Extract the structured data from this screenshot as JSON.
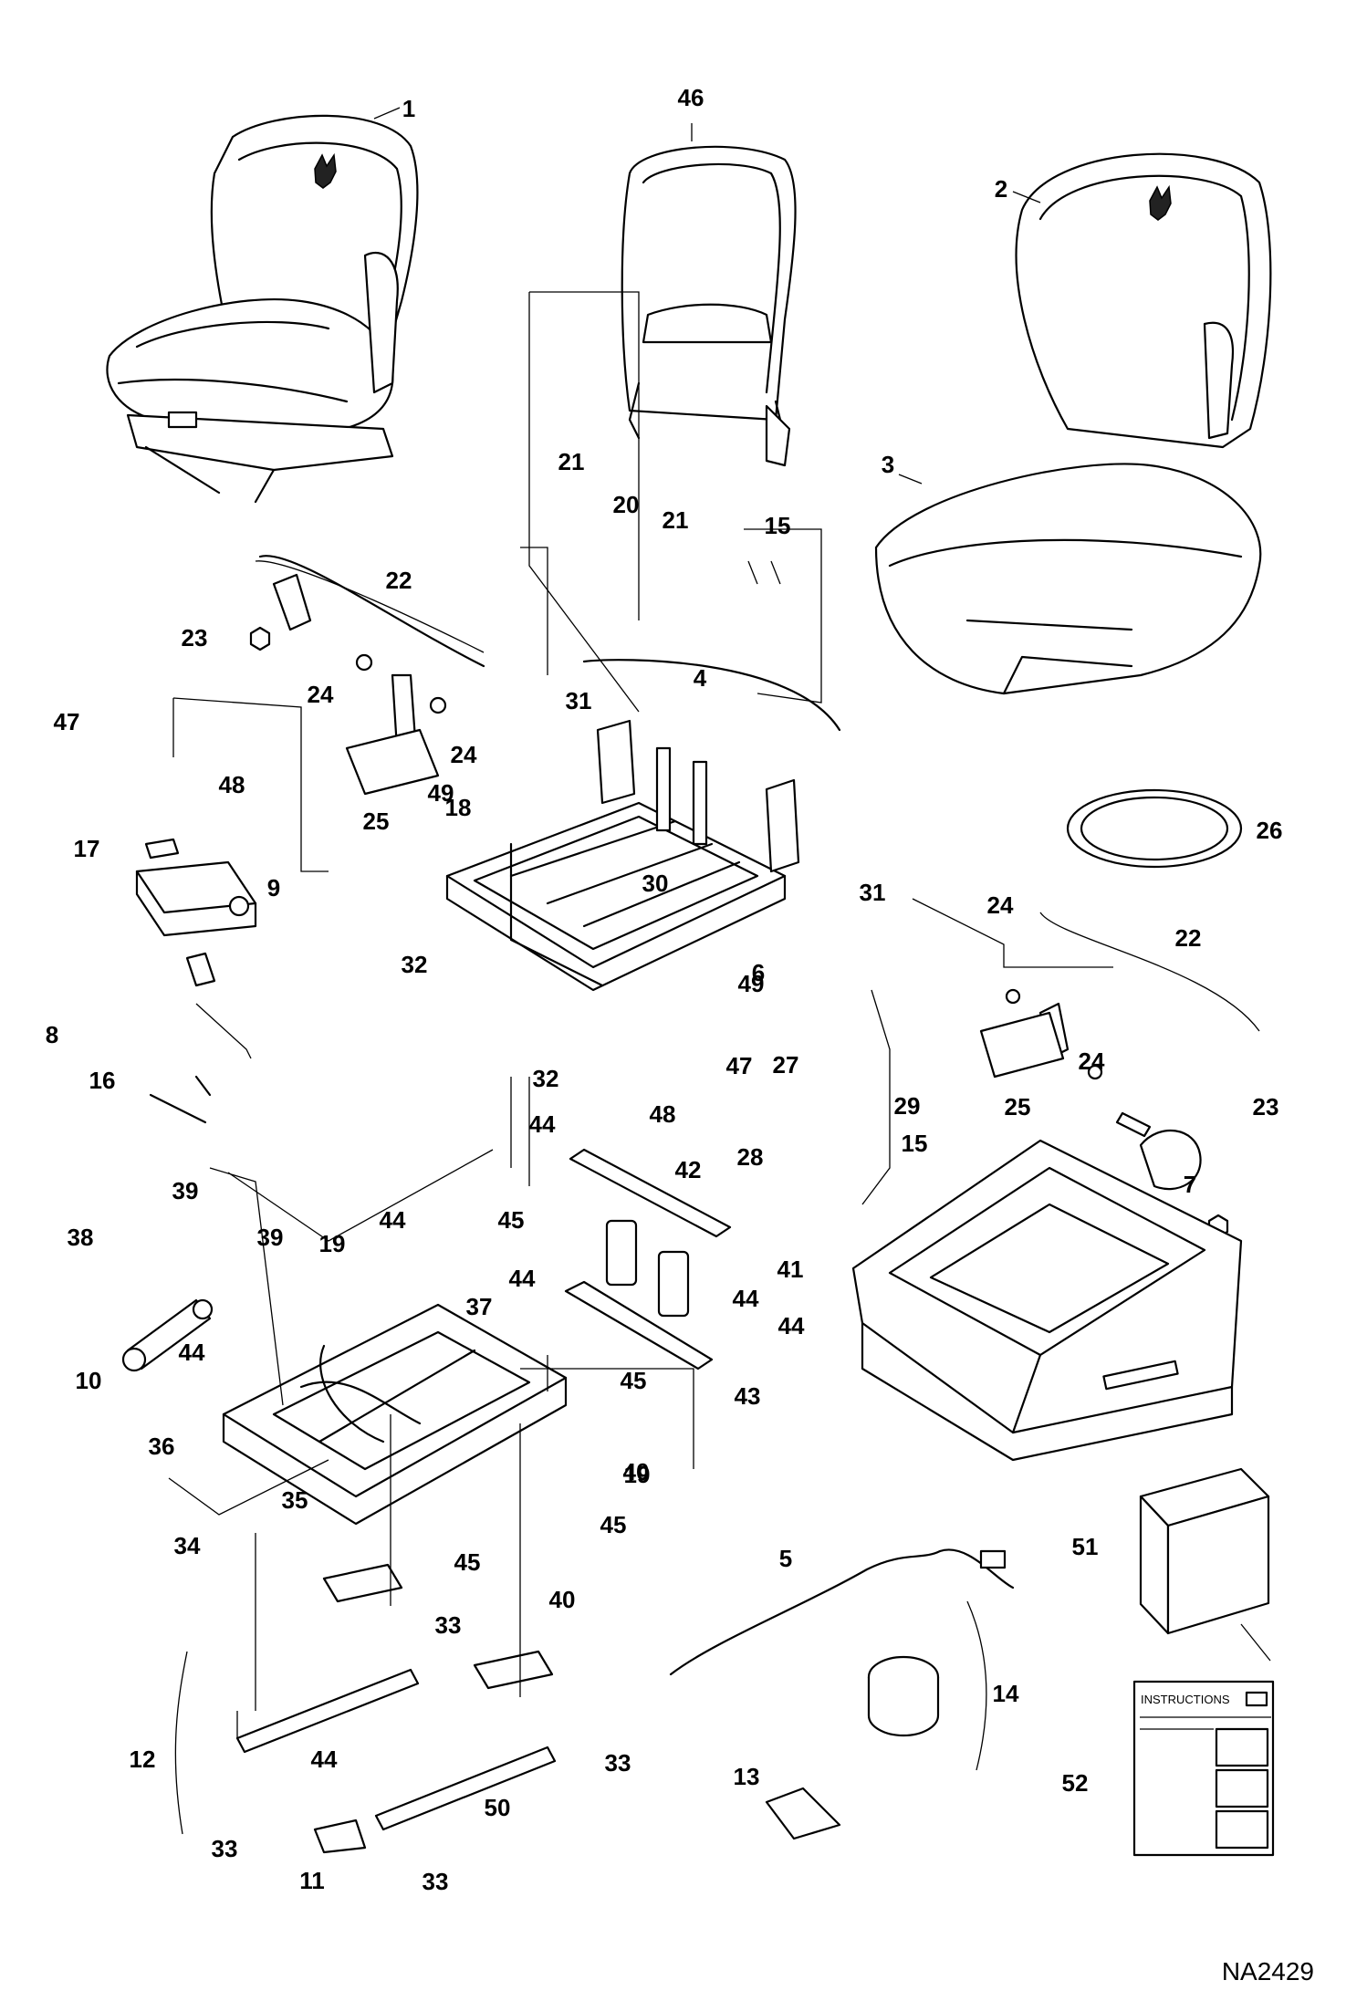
{
  "diagram": {
    "drawing_ref": "NA2429",
    "instructions_text": "INSTRUCTIONS",
    "callouts": [
      {
        "id": "c1",
        "text": "1"
      },
      {
        "id": "c2",
        "text": "2"
      },
      {
        "id": "c3",
        "text": "3"
      },
      {
        "id": "c4",
        "text": "4"
      },
      {
        "id": "c5",
        "text": "5"
      },
      {
        "id": "c6",
        "text": "6"
      },
      {
        "id": "c7",
        "text": "7"
      },
      {
        "id": "c8",
        "text": "8"
      },
      {
        "id": "c9",
        "text": "9"
      },
      {
        "id": "c10",
        "text": "10"
      },
      {
        "id": "c11",
        "text": "11"
      },
      {
        "id": "c12",
        "text": "12"
      },
      {
        "id": "c13",
        "text": "13"
      },
      {
        "id": "c14",
        "text": "14"
      },
      {
        "id": "c15a",
        "text": "15"
      },
      {
        "id": "c15b",
        "text": "15"
      },
      {
        "id": "c16",
        "text": "16"
      },
      {
        "id": "c17",
        "text": "17"
      },
      {
        "id": "c18",
        "text": "18"
      },
      {
        "id": "c19a",
        "text": "19"
      },
      {
        "id": "c19b",
        "text": "19"
      },
      {
        "id": "c20",
        "text": "20"
      },
      {
        "id": "c21a",
        "text": "21"
      },
      {
        "id": "c21b",
        "text": "21"
      },
      {
        "id": "c22a",
        "text": "22"
      },
      {
        "id": "c22b",
        "text": "22"
      },
      {
        "id": "c23a",
        "text": "23"
      },
      {
        "id": "c23b",
        "text": "23"
      },
      {
        "id": "c24a",
        "text": "24"
      },
      {
        "id": "c24b",
        "text": "24"
      },
      {
        "id": "c24c",
        "text": "24"
      },
      {
        "id": "c24d",
        "text": "24"
      },
      {
        "id": "c25a",
        "text": "25"
      },
      {
        "id": "c25b",
        "text": "25"
      },
      {
        "id": "c26",
        "text": "26"
      },
      {
        "id": "c27",
        "text": "27"
      },
      {
        "id": "c28",
        "text": "28"
      },
      {
        "id": "c29",
        "text": "29"
      },
      {
        "id": "c30",
        "text": "30"
      },
      {
        "id": "c31a",
        "text": "31"
      },
      {
        "id": "c31b",
        "text": "31"
      },
      {
        "id": "c32a",
        "text": "32"
      },
      {
        "id": "c32b",
        "text": "32"
      },
      {
        "id": "c33a",
        "text": "33"
      },
      {
        "id": "c33b",
        "text": "33"
      },
      {
        "id": "c33c",
        "text": "33"
      },
      {
        "id": "c33d",
        "text": "33"
      },
      {
        "id": "c34",
        "text": "34"
      },
      {
        "id": "c35",
        "text": "35"
      },
      {
        "id": "c36",
        "text": "36"
      },
      {
        "id": "c37",
        "text": "37"
      },
      {
        "id": "c38",
        "text": "38"
      },
      {
        "id": "c39a",
        "text": "39"
      },
      {
        "id": "c39b",
        "text": "39"
      },
      {
        "id": "c40a",
        "text": "40"
      },
      {
        "id": "c40b",
        "text": "40"
      },
      {
        "id": "c41",
        "text": "41"
      },
      {
        "id": "c42",
        "text": "42"
      },
      {
        "id": "c43",
        "text": "43"
      },
      {
        "id": "c44a",
        "text": "44"
      },
      {
        "id": "c44b",
        "text": "44"
      },
      {
        "id": "c44c",
        "text": "44"
      },
      {
        "id": "c44d",
        "text": "44"
      },
      {
        "id": "c44e",
        "text": "44"
      },
      {
        "id": "c44f",
        "text": "44"
      },
      {
        "id": "c44g",
        "text": "44"
      },
      {
        "id": "c45a",
        "text": "45"
      },
      {
        "id": "c45b",
        "text": "45"
      },
      {
        "id": "c45c",
        "text": "45"
      },
      {
        "id": "c45d",
        "text": "45"
      },
      {
        "id": "c46",
        "text": "46"
      },
      {
        "id": "c47a",
        "text": "47"
      },
      {
        "id": "c47b",
        "text": "47"
      },
      {
        "id": "c48a",
        "text": "48"
      },
      {
        "id": "c48b",
        "text": "48"
      },
      {
        "id": "c49a",
        "text": "49"
      },
      {
        "id": "c49b",
        "text": "49"
      },
      {
        "id": "c50",
        "text": "50"
      },
      {
        "id": "c51",
        "text": "51"
      },
      {
        "id": "c52",
        "text": "52"
      }
    ]
  }
}
